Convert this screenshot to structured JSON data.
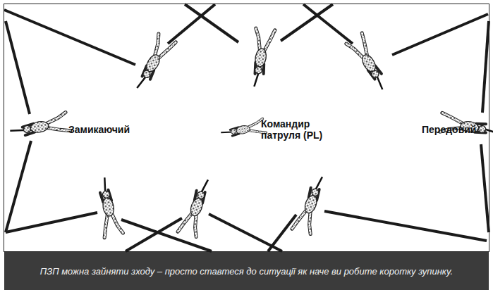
{
  "diagram": {
    "caption": "ПЗП можна зайняти зходу – просто ставтеся до ситуації як наче ви робите коротку зупинку.",
    "labels": [
      "Замикаючий",
      "Командир патруля (PL)",
      "Передовий"
    ]
  }
}
